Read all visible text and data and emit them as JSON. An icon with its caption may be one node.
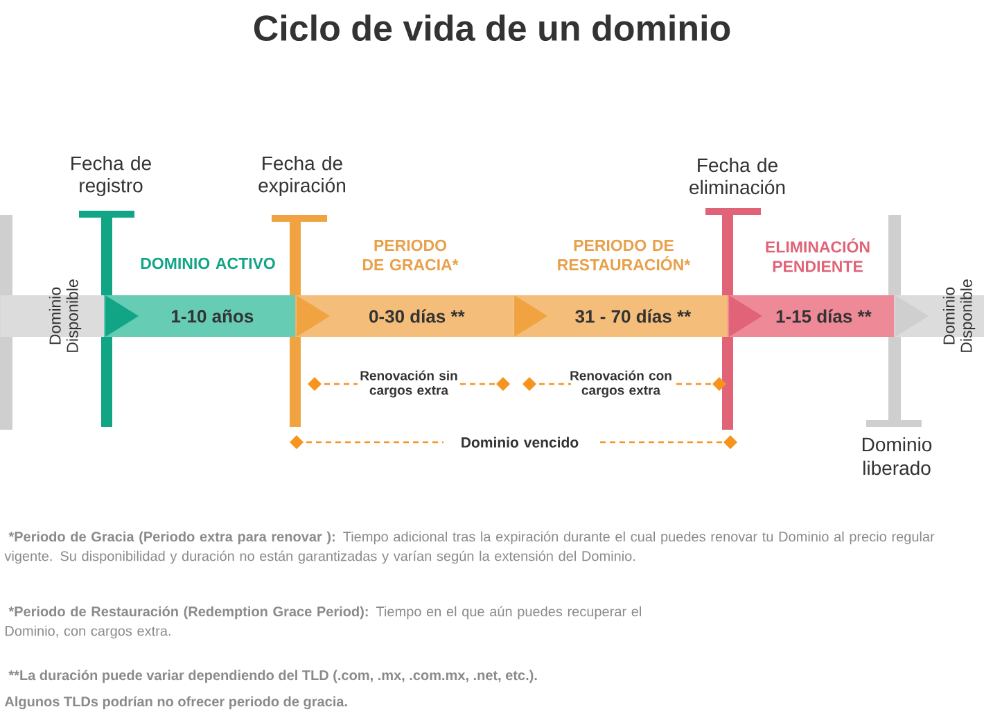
{
  "diagram": {
    "title": "Ciclo de vida de un dominio",
    "nodes": [
      {
        "text": [
          "Dominio Disponible"
        ]
      },
      {
        "text": [
          "DOMINIO ACTIVO",
          "1-10 años"
        ]
      },
      {
        "text": [
          "PERIODO DE GRACIA*",
          "0-30 días **"
        ]
      },
      {
        "text": [
          "PERIODO DE RESTAURACIÓN*",
          "31 - 70 días **"
        ]
      },
      {
        "text": [
          "ELIMINACIÓN PENDIENTE",
          "1-15 días **"
        ]
      },
      {
        "text": [
          "Dominio Disponible"
        ]
      }
    ],
    "edges": [
      {
        "from": 0,
        "to": 1,
        "arrow": "to",
        "color": "#11a586"
      },
      {
        "from": 1,
        "to": 2,
        "arrow": "to"
      },
      {
        "from": 2,
        "to": 3,
        "arrow": "to"
      },
      {
        "from": 3,
        "to": 4,
        "arrow": "to",
        "color": "#e06377"
      },
      {
        "from": 4,
        "to": 5,
        "arrow": "to",
        "color": "#cfcfcf"
      }
    ],
    "labels": [
      "Fecha de registro",
      "Fecha de expiración",
      "Fecha de eliminación",
      "Renovación sin cargos extra",
      "Renovación con cargos extra",
      "Dominio vencido",
      "Dominio liberado",
      "*Periodo de Gracia (Periodo extra para renovar ):",
      "Tiempo adicional tras la expiración durante el cual puedes renovar tu Dominio al precio regular vigente.  Su disponibilidad y duración no están garantizadas y varían según la extensión del Dominio.",
      "*Periodo de Restauración (Redemption Grace Period):",
      "Tiempo en el que aún puedes recuperar el Dominio, con cargos extra.",
      "**La duración puede variar dependiendo del TLD (.com, .mx, .com.mx, .net, etc.).",
      "Algunos TLDs podrían no ofrecer periodo de gracia."
    ]
  }
}
